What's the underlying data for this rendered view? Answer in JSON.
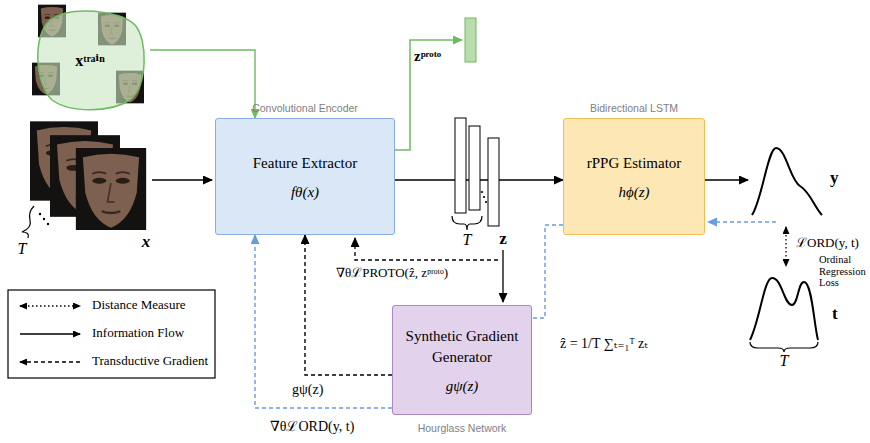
{
  "diagram": {
    "nodes": [
      {
        "text": [
          "xᵗʳᵃⁱⁿ"
        ]
      },
      {
        "text": [
          "Convolutional Encoder",
          "Feature Extractor",
          "fθ(x)"
        ]
      },
      {
        "text": [
          "Bidirectional LSTM",
          "rPPG Estimator",
          "hϕ(z)"
        ]
      },
      {
        "text": [
          "Synthetic Gradient Generator",
          "gψ(z)",
          "Hourglass Network"
        ]
      }
    ],
    "edges": [
      {
        "from": 0,
        "to": 1,
        "arrow": "to"
      },
      {
        "from": 1,
        "to": 2,
        "arrow": "to"
      },
      {
        "from": 3,
        "to": 1,
        "arrow": "to",
        "label": "gψ(z)"
      },
      {
        "from": 2,
        "to": 3,
        "arrow": "none"
      },
      {
        "from": 3,
        "to": 1,
        "arrow": "to",
        "label": "∇θℒORD(y, t)"
      }
    ],
    "labels": [
      "x",
      "T",
      "zᵖʳᵒᵗᵒ",
      "T",
      "z",
      "∇θℒPROTO(ẑ, zᵖʳᵒᵗᵒ)",
      "y",
      "ℒORD(y, t)",
      "Ordinal Regression Loss",
      "t",
      "T",
      "ẑ = 1/T ∑ₜ₌₁ᵀ zₜ"
    ],
    "legend": [
      {
        "text": "Distance Measure"
      },
      {
        "text": "Information Flow"
      },
      {
        "text": "Transductive Gradient"
      }
    ]
  }
}
